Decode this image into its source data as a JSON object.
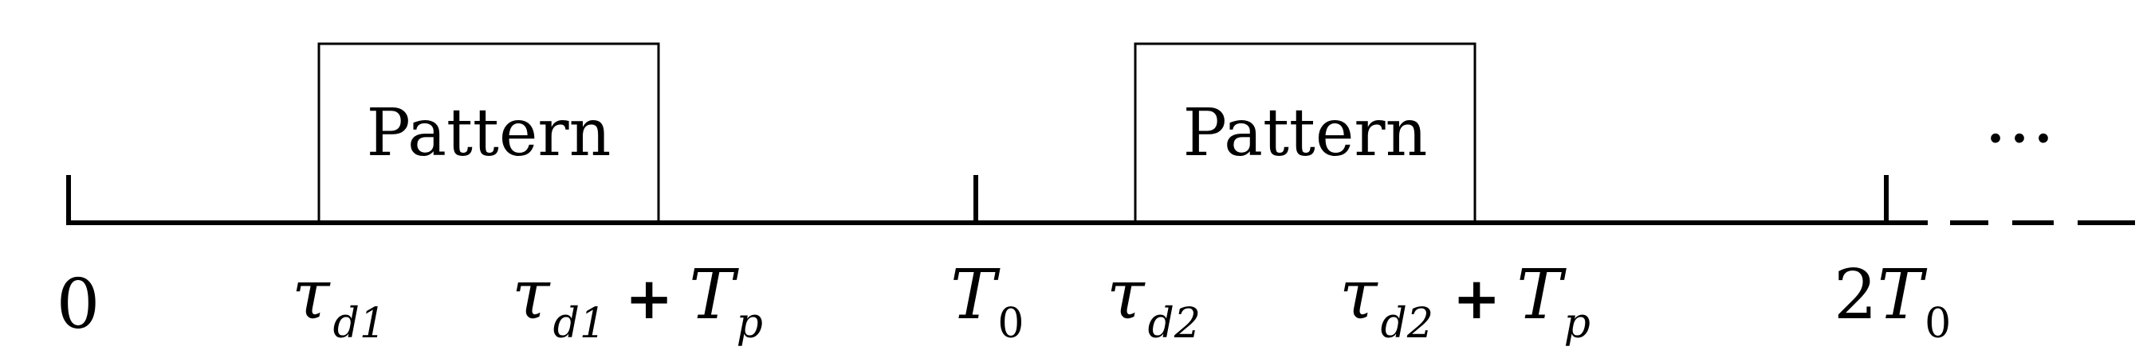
{
  "diagram": {
    "pattern_label": "Pattern",
    "ellipsis": "…",
    "labels": {
      "origin": "0",
      "tau": "τ",
      "sub_d1": "d1",
      "sub_d2": "d2",
      "plus": "+",
      "T": "T",
      "sub_p": "p",
      "sub_0": "0",
      "two": "2"
    }
  }
}
